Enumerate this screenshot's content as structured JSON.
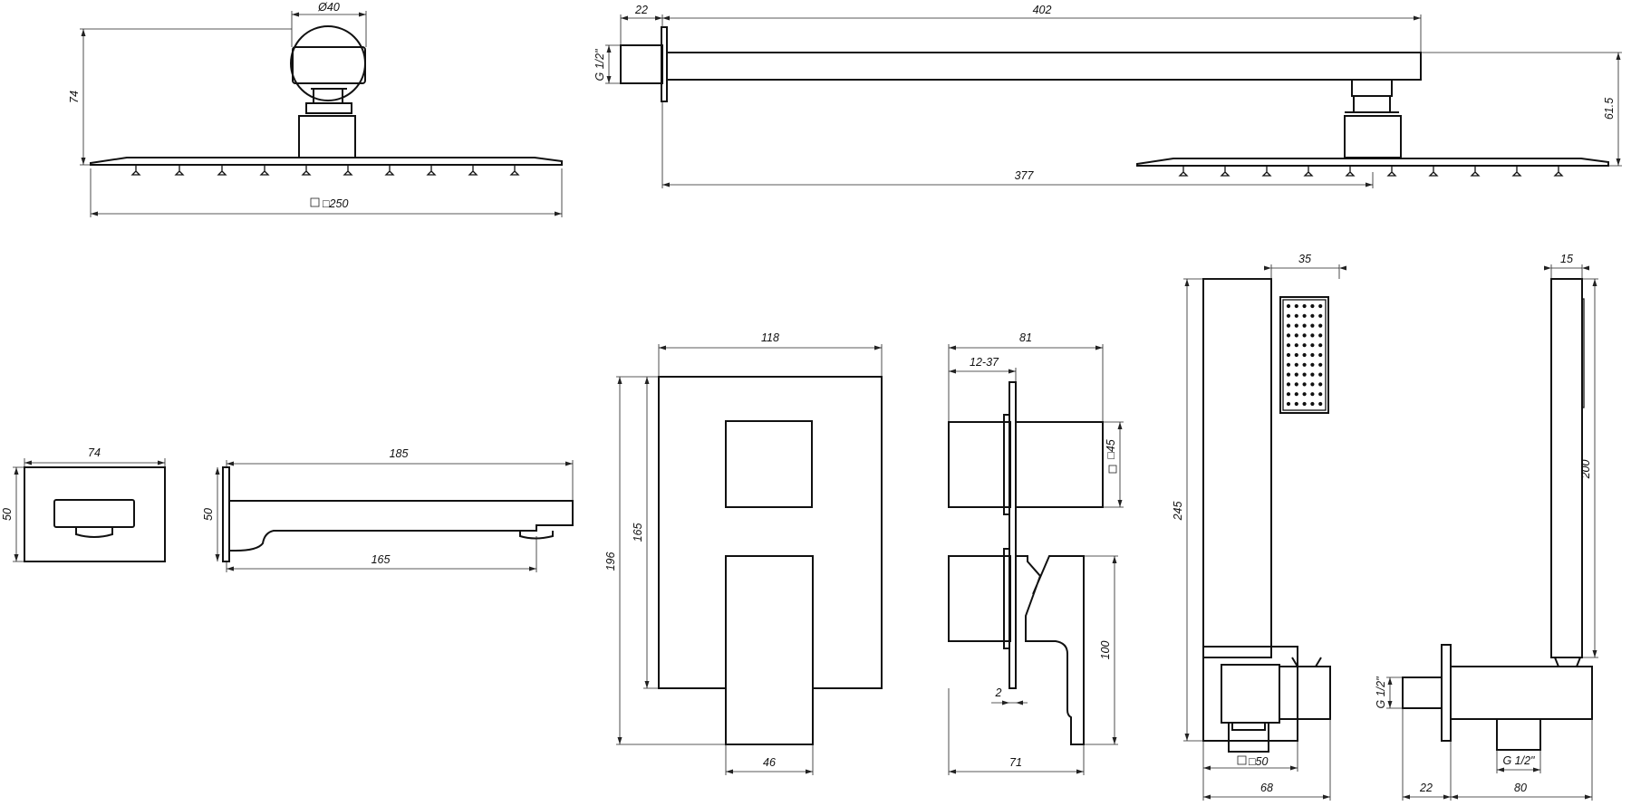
{
  "dimensions": {
    "ceiling_head_side": {
      "diameter": "Ø40",
      "height": "74",
      "square": "□250"
    },
    "wall_arm": {
      "stub": "22",
      "length": "402",
      "thread": "G 1/2\"",
      "drop": "61.5",
      "reach": "377"
    },
    "spout_front": {
      "width": "74",
      "height": "50"
    },
    "spout_side": {
      "length": "185",
      "height": "50",
      "reach": "165"
    },
    "mixer_front": {
      "width": "118",
      "height": "196",
      "plate_height": "165",
      "lever_width": "46"
    },
    "mixer_side": {
      "depth": "81",
      "range": "12-37",
      "knob": "□45",
      "lever": "100",
      "gap": "2",
      "lever_depth": "71"
    },
    "hand_shower_front": {
      "head": "35",
      "height": "245",
      "holder": "□50",
      "holder_width": "68"
    },
    "hand_shower_side": {
      "head": "15",
      "length": "200",
      "thread_in": "G 1/2\"",
      "thread_out": "G 1/2\"",
      "stub": "22",
      "width": "80"
    }
  }
}
